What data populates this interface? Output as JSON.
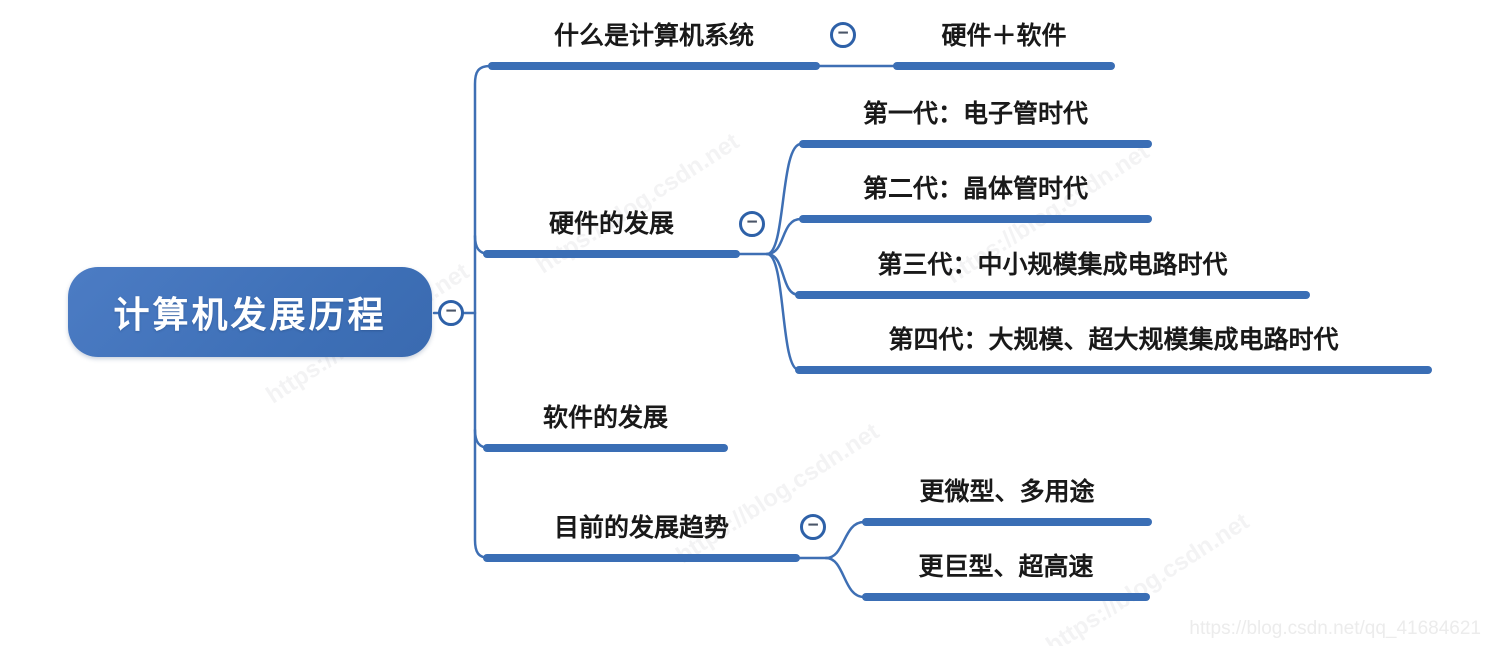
{
  "root": {
    "label": "计算机发展历程"
  },
  "branches": [
    {
      "label": "什么是计算机系统",
      "children": [
        {
          "label": "硬件＋软件"
        }
      ]
    },
    {
      "label": "硬件的发展",
      "children": [
        {
          "label": "第一代：电子管时代"
        },
        {
          "label": "第二代：晶体管时代"
        },
        {
          "label": "第三代：中小规模集成电路时代"
        },
        {
          "label": "第四代：大规模、超大规模集成电路时代"
        }
      ]
    },
    {
      "label": "软件的发展",
      "children": []
    },
    {
      "label": "目前的发展趋势",
      "children": [
        {
          "label": "更微型、多用途"
        },
        {
          "label": "更巨型、超高速"
        }
      ]
    }
  ],
  "icons": {
    "collapse_minus": "−"
  },
  "colors": {
    "node_blue": "#3a6eb5",
    "root_fill": "#3d6fb6",
    "line_blue": "#3e6fb4",
    "text_dark": "#191919",
    "watermark_gray": "#ececec"
  },
  "watermark": {
    "corner_text": "https://blog.csdn.net/qq_41684621",
    "diagonal_text": "https://blog.csdn.net"
  }
}
